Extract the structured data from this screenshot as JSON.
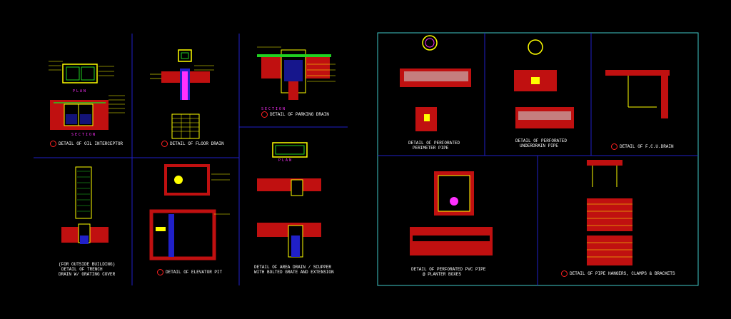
{
  "colors": {
    "background": "#000000",
    "frame_blue": "#2020c8",
    "frame_cyan": "#40c8c8",
    "red_fill": "#d01010",
    "yellow": "#ffff00",
    "white": "#ffffff",
    "magenta": "#ff30ff",
    "green": "#20d020"
  },
  "titles": {
    "oil": "DETAIL OF OIL INTERCEPTOR",
    "floor": "DETAIL OF FLOOR DRAIN",
    "parking": "DETAIL OF PARKING DRAIN",
    "trench1": "(FOR OUTSIDE BUILDING)",
    "trench2": "DETAIL OF TRENCH",
    "trench3": "DRAIN W/ GRATING COVER",
    "elevator": "DETAIL OF ELEVATOR PIT",
    "area1": "DETAIL OF AREA DRAIN / SCUPPER",
    "area2": "WITH BOLTED GRATE AND EXTENSION",
    "perim1": "DETAIL OF PERFORATED",
    "perim2": "PERIMETER PIPE",
    "under1": "DETAIL OF PERFORATED",
    "under2": "UNDERDRAIN PIPE",
    "fcu": "DETAIL OF F.C.U.DRAIN",
    "planter1": "DETAIL OF PERFORATED PVC PIPE",
    "planter2": "@ PLANTER BOXES",
    "hangers": "DETAIL OF PIPE HANGERS, CLAMPS & BRACKETS"
  },
  "labels": {
    "plan": "PLAN",
    "section": "SECTION",
    "section2": "SECTION"
  }
}
